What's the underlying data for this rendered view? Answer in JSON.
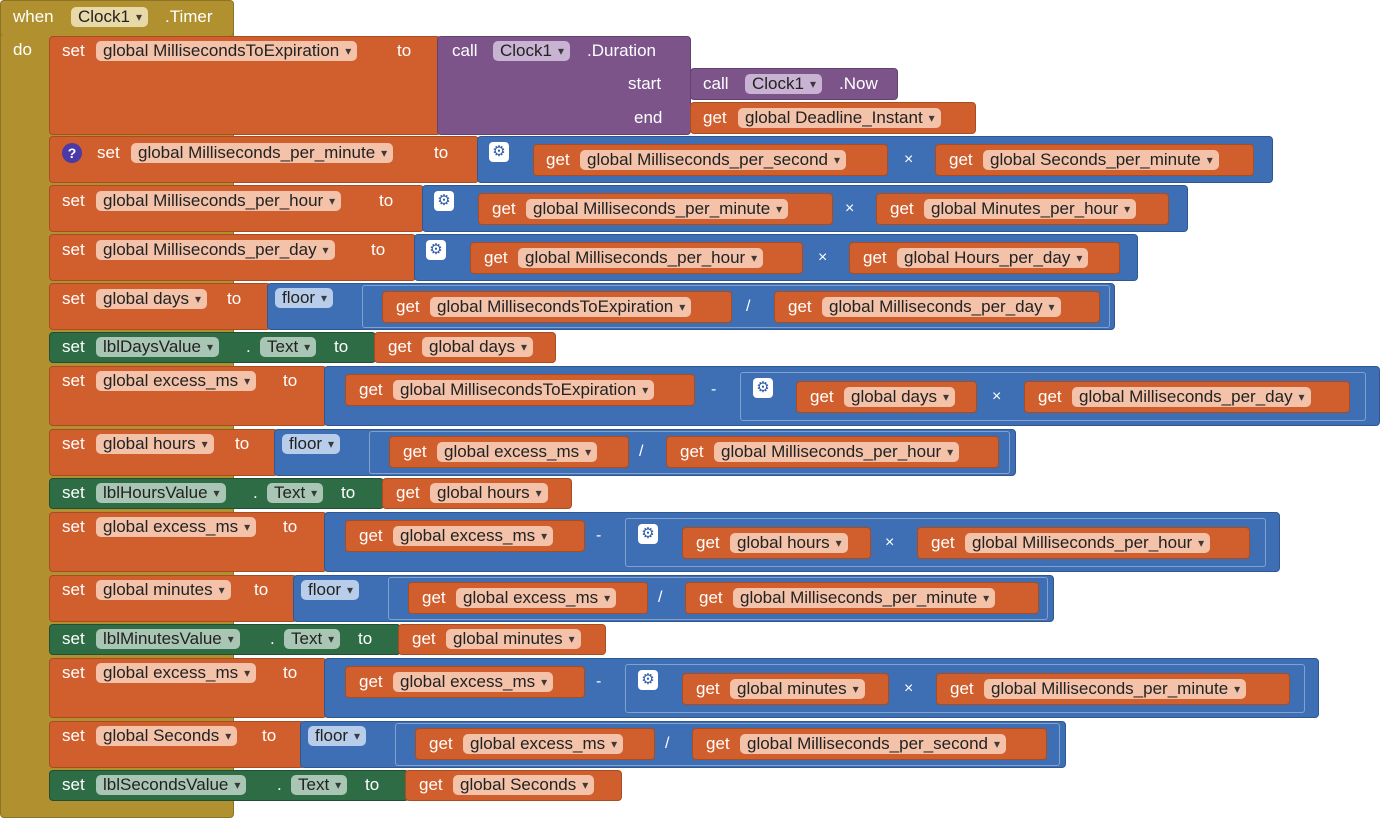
{
  "event": {
    "when": "when",
    "component": "Clock1",
    "event_name": ".Timer",
    "do": "do"
  },
  "kw": {
    "set": "set",
    "to": "to",
    "get": "get",
    "call": "call",
    "start": "start",
    "end": "end",
    "dot": ".",
    "floor": "floor",
    "times": "×",
    "divide": "/",
    "minus": "-",
    "help": "?",
    "gear": "⚙"
  },
  "vars": {
    "ms_to_exp": "global MillisecondsToExpiration",
    "ms_per_minute": "global Milliseconds_per_minute",
    "ms_per_second": "global Milliseconds_per_second",
    "sec_per_minute": "global Seconds_per_minute",
    "ms_per_hour": "global Milliseconds_per_hour",
    "min_per_hour": "global Minutes_per_hour",
    "ms_per_day": "global Milliseconds_per_day",
    "hours_per_day": "global Hours_per_day",
    "days": "global days",
    "excess": "global excess_ms",
    "hours": "global hours",
    "minutes": "global minutes",
    "seconds": "global Seconds",
    "deadline": "global Deadline_Instant"
  },
  "clock": {
    "component": "Clock1",
    "duration": ".Duration",
    "now": ".Now"
  },
  "labels": {
    "days": "lblDaysValue",
    "hours": "lblHoursValue",
    "minutes": "lblMinutesValue",
    "seconds": "lblSecondsValue",
    "prop": "Text"
  },
  "colors": {
    "event": "#b0902f",
    "variable": "#d05f2d",
    "component": "#7d548a",
    "math": "#3e6fb5",
    "component_setter": "#2d6c45"
  }
}
